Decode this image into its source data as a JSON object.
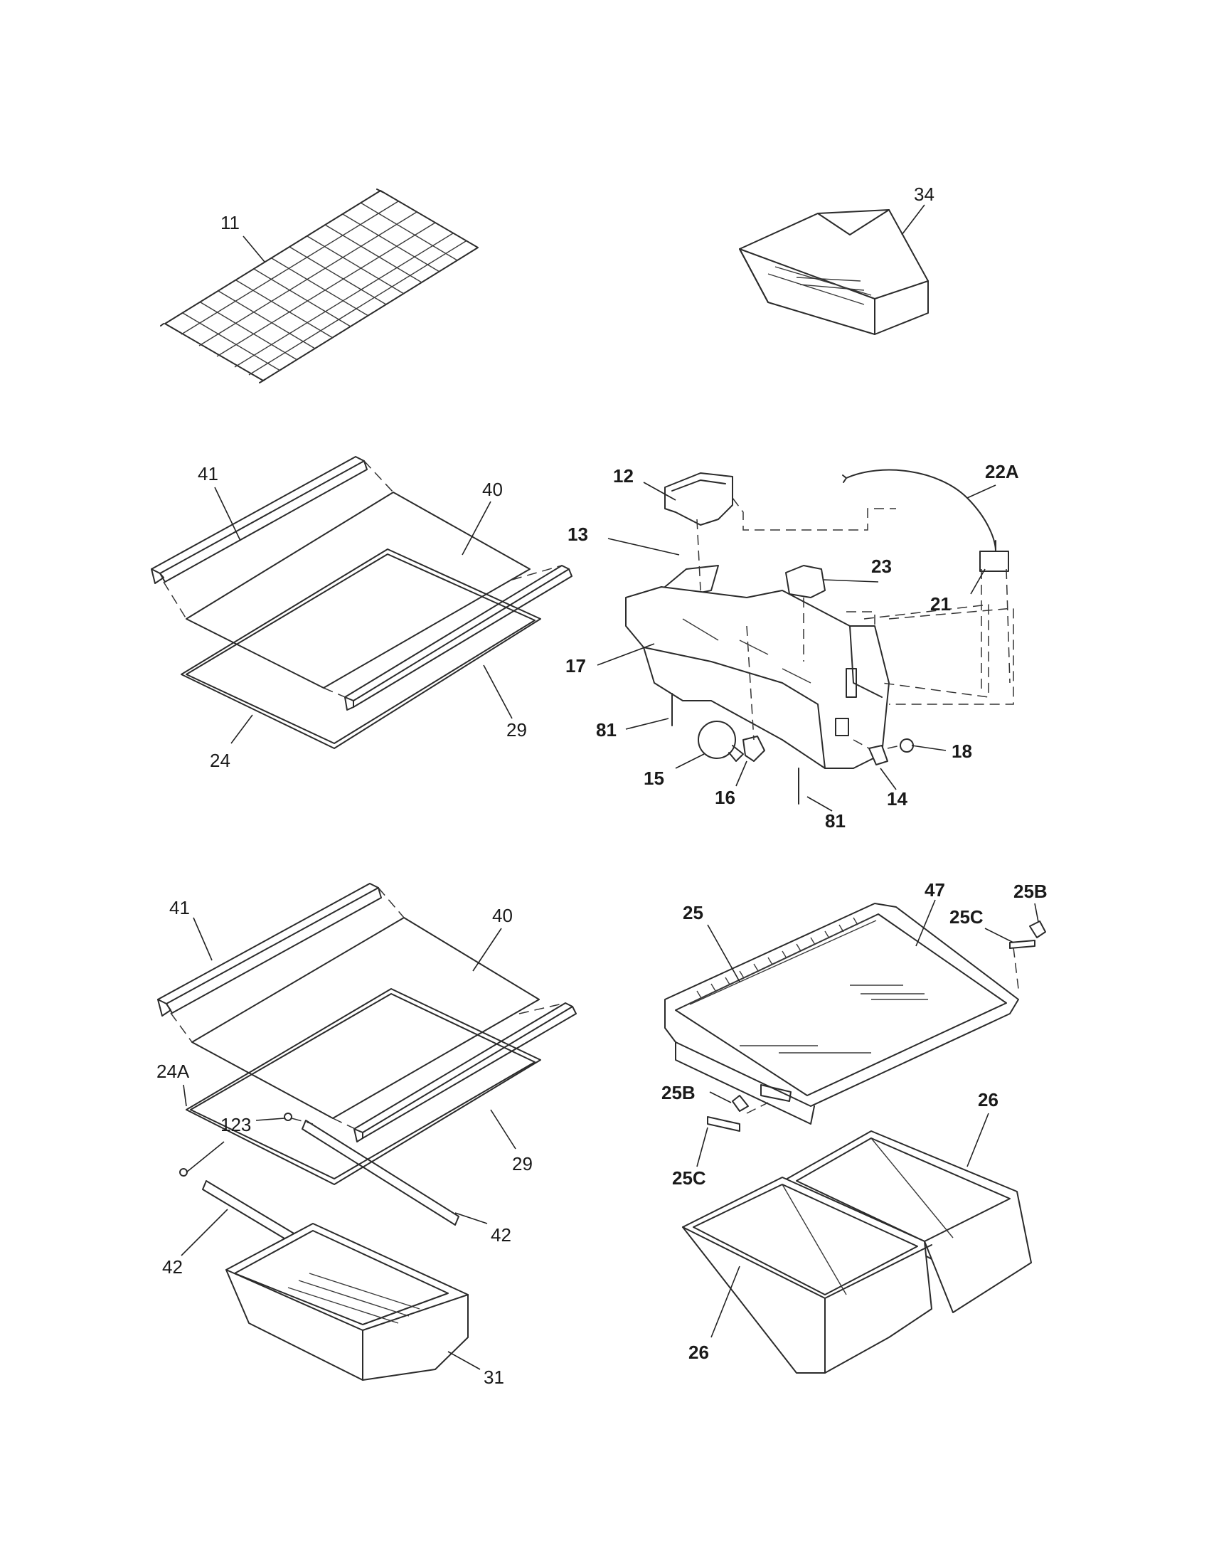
{
  "callouts": {
    "c11": "11",
    "c34": "34",
    "c41a": "41",
    "c40a": "40",
    "c29a": "29",
    "c24": "24",
    "c12": "12",
    "c13": "13",
    "c17": "17",
    "c81a": "81",
    "c15": "15",
    "c16": "16",
    "c81b": "81",
    "c14": "14",
    "c18": "18",
    "c23": "23",
    "c21": "21",
    "c22a": "22A",
    "c41b": "41",
    "c40b": "40",
    "c24a": "24A",
    "c123": "123",
    "c29b": "29",
    "c42a": "42",
    "c42b": "42",
    "c31": "31",
    "c47": "47",
    "c25": "25",
    "c25b_top": "25B",
    "c25c_top": "25C",
    "c25b_bot": "25B",
    "c25c_bot": "25C",
    "c26a": "26",
    "c26b": "26"
  }
}
